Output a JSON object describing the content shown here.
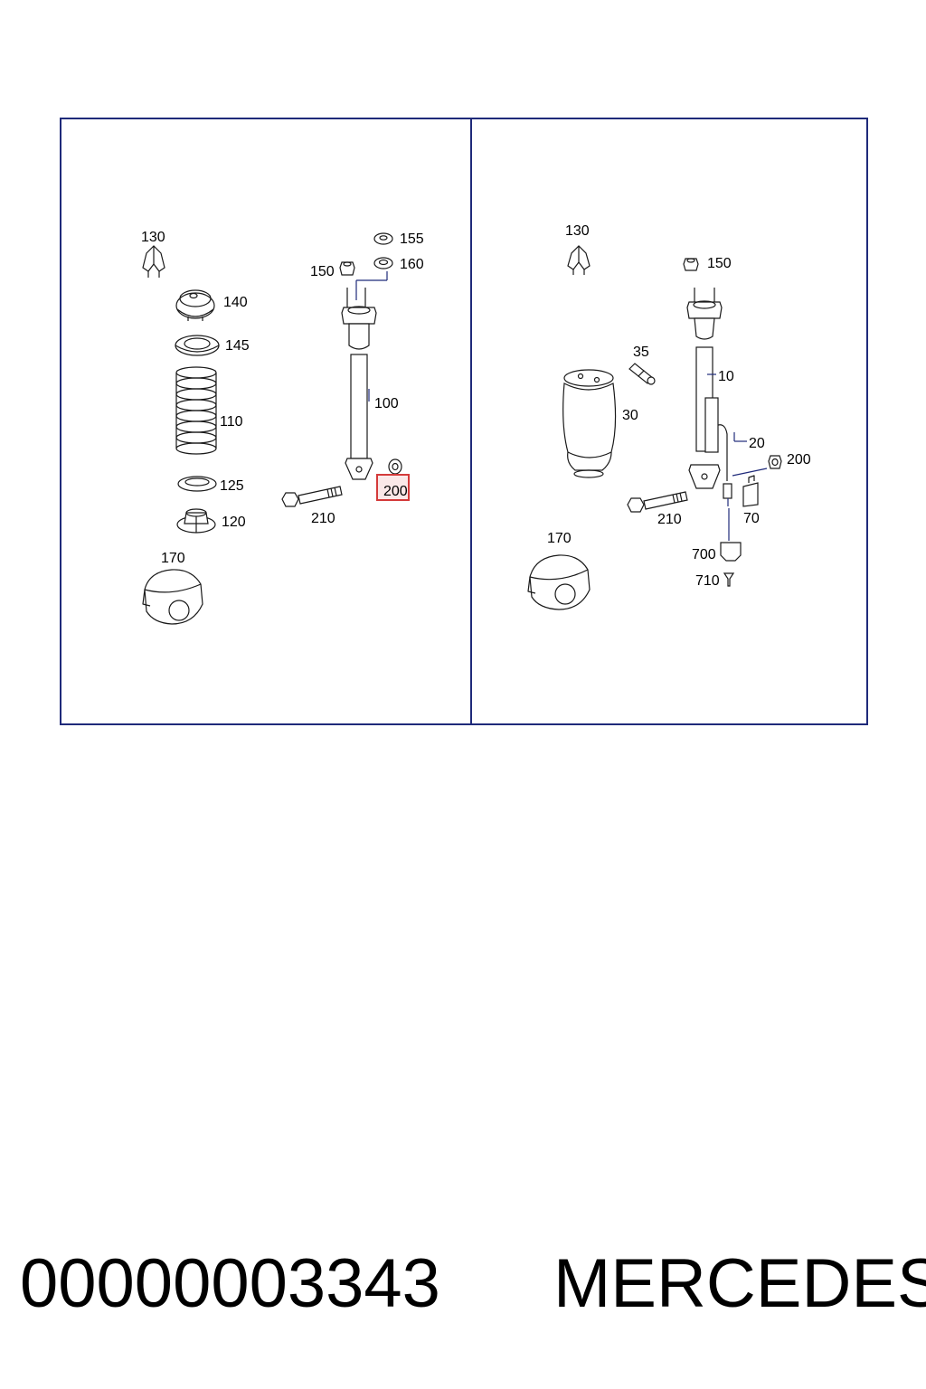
{
  "highlight_color": "#d43a3a",
  "frame_color": "#1f2a7a",
  "left_panel": {
    "labels": {
      "p130": "130",
      "p140": "140",
      "p145": "145",
      "p110": "110",
      "p125": "125",
      "p120": "120",
      "p170": "170",
      "p150": "150",
      "p155": "155",
      "p160": "160",
      "p100": "100",
      "p200": "200",
      "p210": "210"
    }
  },
  "right_panel": {
    "labels": {
      "p130": "130",
      "p150": "150",
      "p35": "35",
      "p10": "10",
      "p30": "30",
      "p20": "20",
      "p200": "200",
      "p210": "210",
      "p70": "70",
      "p170": "170",
      "p700": "700",
      "p710": "710"
    }
  },
  "footer": {
    "part_number": "00000003343",
    "brand": "MERCEDES"
  }
}
